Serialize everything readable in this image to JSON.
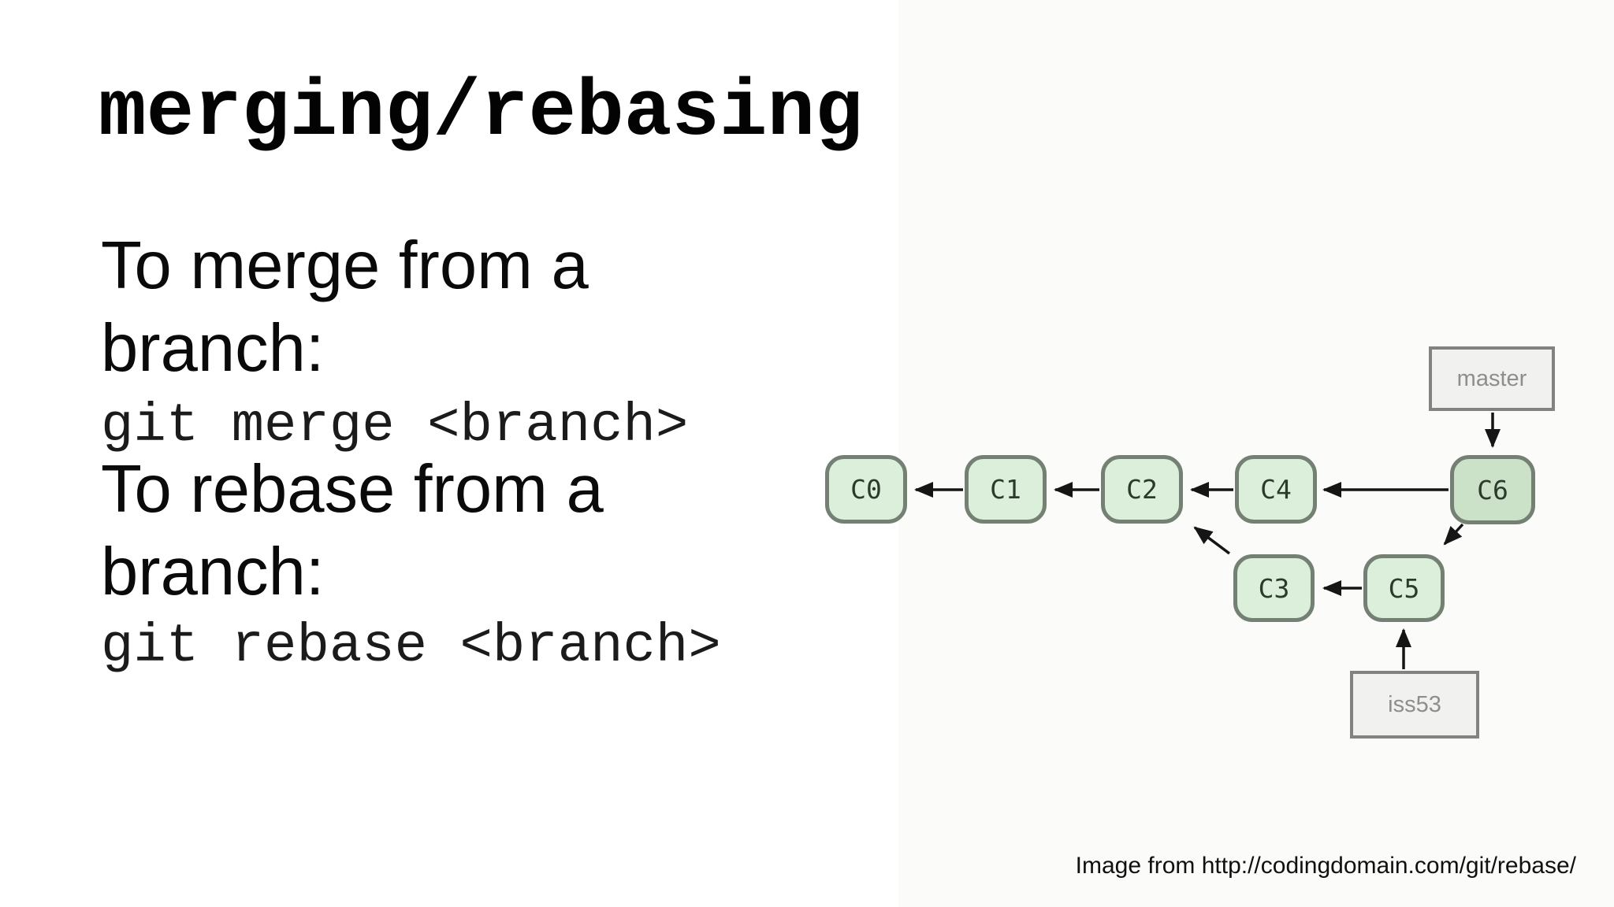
{
  "slide": {
    "title": "merging/rebasing",
    "sections": [
      {
        "heading": "To merge from a branch:",
        "code": "git merge <branch>"
      },
      {
        "heading": "To rebase from a branch:",
        "code": "git rebase <branch>"
      }
    ],
    "caption": "Image from http://codingdomain.com/git/rebase/"
  },
  "diagram": {
    "type": "git-commit-graph",
    "commits": [
      {
        "id": "C0",
        "label": "C0"
      },
      {
        "id": "C1",
        "label": "C1"
      },
      {
        "id": "C2",
        "label": "C2"
      },
      {
        "id": "C3",
        "label": "C3"
      },
      {
        "id": "C4",
        "label": "C4"
      },
      {
        "id": "C5",
        "label": "C5"
      },
      {
        "id": "C6",
        "label": "C6"
      }
    ],
    "edges": [
      {
        "from": "C1",
        "to": "C0"
      },
      {
        "from": "C2",
        "to": "C1"
      },
      {
        "from": "C4",
        "to": "C2"
      },
      {
        "from": "C6",
        "to": "C4"
      },
      {
        "from": "C6",
        "to": "C5"
      },
      {
        "from": "C5",
        "to": "C3"
      },
      {
        "from": "C3",
        "to": "C2"
      },
      {
        "from": "master",
        "to": "C6"
      },
      {
        "from": "iss53",
        "to": "C5"
      }
    ],
    "branch_pointers": [
      {
        "label": "master"
      },
      {
        "label": "iss53"
      }
    ],
    "colors": {
      "commit_fill": "#dcefdb",
      "commit_fill_head": "#cbe2c9",
      "commit_border": "#748074",
      "pointer_fill": "#f1f1ef",
      "pointer_border": "#828282",
      "pointer_text": "#8e8e8e",
      "arrow": "#151515"
    }
  }
}
